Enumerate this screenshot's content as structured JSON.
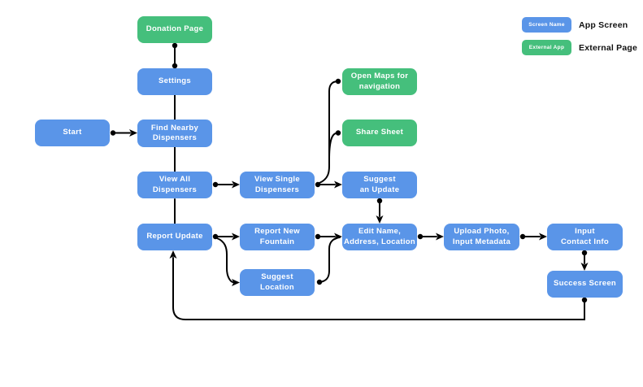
{
  "diagram": {
    "type": "flowchart",
    "colors": {
      "app_screen": "#5A95E8",
      "external_app": "#45BF7C",
      "connector": "#000000",
      "background": "#FFFFFF",
      "node_text": "#FFFFFF",
      "legend_text": "#111111"
    },
    "nodes": [
      {
        "id": "donation-page",
        "label": "Donation Page",
        "type": "external"
      },
      {
        "id": "settings",
        "label": "Settings",
        "type": "screen"
      },
      {
        "id": "start",
        "label": "Start",
        "type": "screen"
      },
      {
        "id": "find-nearby-dispensers",
        "label": "Find Nearby\nDispensers",
        "type": "screen"
      },
      {
        "id": "view-all-dispensers",
        "label": "View All\nDispensers",
        "type": "screen"
      },
      {
        "id": "report-update",
        "label": "Report Update",
        "type": "screen"
      },
      {
        "id": "view-single-dispensers",
        "label": "View Single\nDispensers",
        "type": "screen"
      },
      {
        "id": "report-new-fountain",
        "label": "Report New\nFountain",
        "type": "screen"
      },
      {
        "id": "suggest-location",
        "label": "Suggest\nLocation",
        "type": "screen"
      },
      {
        "id": "open-maps",
        "label": "Open Maps for\nnavigation",
        "type": "external"
      },
      {
        "id": "share-sheet",
        "label": "Share Sheet",
        "type": "external"
      },
      {
        "id": "suggest-an-update",
        "label": "Suggest\nan Update",
        "type": "screen"
      },
      {
        "id": "edit-name-address",
        "label": "Edit Name,\nAddress, Location",
        "type": "screen"
      },
      {
        "id": "upload-photo-metadata",
        "label": "Upload Photo,\nInput Metadata",
        "type": "screen"
      },
      {
        "id": "input-contact-info",
        "label": "Input\nContact Info",
        "type": "screen"
      },
      {
        "id": "success-screen",
        "label": "Success Screen",
        "type": "screen"
      }
    ],
    "legend": {
      "app_screen_sample": "Screen Name",
      "app_screen_label": "App Screen",
      "external_sample": "External App",
      "external_label": "External Page"
    }
  }
}
